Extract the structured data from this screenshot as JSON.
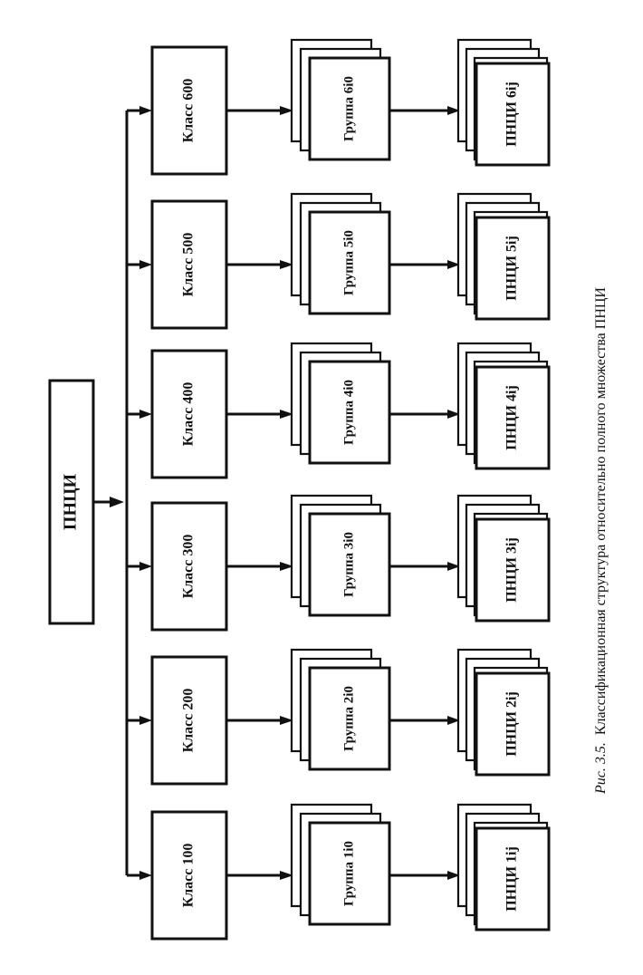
{
  "root": {
    "label": "ПНЦИ"
  },
  "columns": [
    {
      "class_label": "Класс 100",
      "group_label": "Группа 1i0",
      "item_label": "ПНЦИ 1ij"
    },
    {
      "class_label": "Класс 200",
      "group_label": "Группа 2i0",
      "item_label": "ПНЦИ 2ij"
    },
    {
      "class_label": "Класс 300",
      "group_label": "Группа 3i0",
      "item_label": "ПНЦИ 3ij"
    },
    {
      "class_label": "Класс 400",
      "group_label": "Группа 4i0",
      "item_label": "ПНЦИ 4ij"
    },
    {
      "class_label": "Класс 500",
      "group_label": "Группа 5i0",
      "item_label": "ПНЦИ 5ij"
    },
    {
      "class_label": "Класс 600",
      "group_label": "Группа 6i0",
      "item_label": "ПНЦИ 6ij"
    }
  ],
  "caption": {
    "prefix": "Рис. 3.5.",
    "text": "Классификационная структура относительно полного множества ПНЦИ"
  }
}
